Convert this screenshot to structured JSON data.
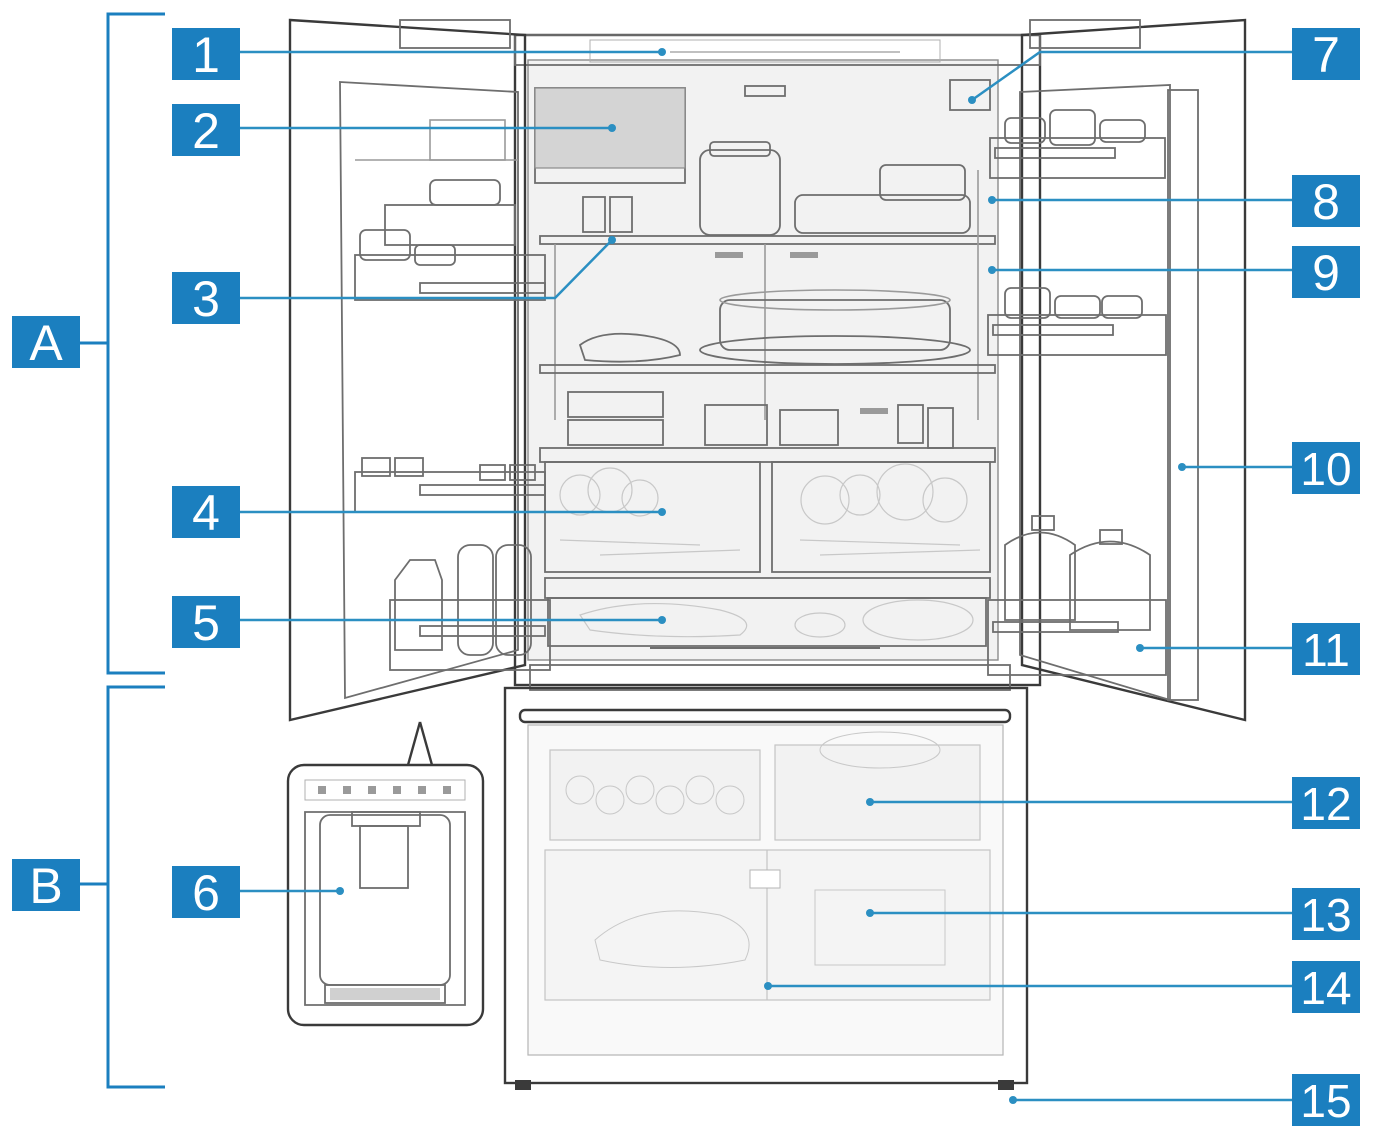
{
  "sections": [
    {
      "id": "A",
      "label": "A"
    },
    {
      "id": "B",
      "label": "B"
    }
  ],
  "callouts": [
    {
      "id": "1",
      "label": "1"
    },
    {
      "id": "2",
      "label": "2"
    },
    {
      "id": "3",
      "label": "3"
    },
    {
      "id": "4",
      "label": "4"
    },
    {
      "id": "5",
      "label": "5"
    },
    {
      "id": "6",
      "label": "6"
    },
    {
      "id": "7",
      "label": "7"
    },
    {
      "id": "8",
      "label": "8"
    },
    {
      "id": "9",
      "label": "9"
    },
    {
      "id": "10",
      "label": "10"
    },
    {
      "id": "11",
      "label": "11"
    },
    {
      "id": "12",
      "label": "12"
    },
    {
      "id": "13",
      "label": "13"
    },
    {
      "id": "14",
      "label": "14"
    },
    {
      "id": "15",
      "label": "15"
    }
  ],
  "colors": {
    "badge": "#1b7fbf",
    "leader": "#2b8fc2",
    "outline": "#3a3a3a"
  }
}
